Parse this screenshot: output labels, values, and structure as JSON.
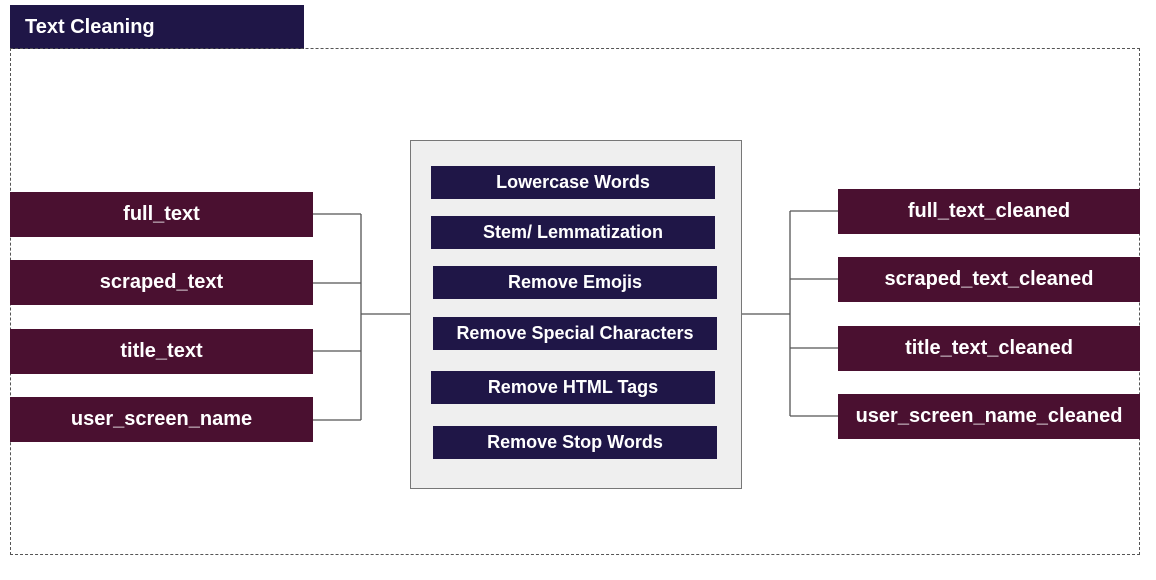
{
  "title": "Text Cleaning",
  "inputs": [
    "full_text",
    "scraped_text",
    "title_text",
    "user_screen_name"
  ],
  "steps": [
    "Lowercase Words",
    "Stem/ Lemmatization",
    "Remove Emojis",
    "Remove Special Characters",
    "Remove HTML Tags",
    "Remove Stop Words"
  ],
  "outputs": [
    "full_text_cleaned",
    "scraped_text_cleaned",
    "title_text_cleaned",
    "user_screen_name_cleaned"
  ],
  "colors": {
    "title_bg": "#1f1647",
    "field_box": "#4a1030",
    "step_box": "#1f1647",
    "panel_bg": "#efefef",
    "connector": "#555555"
  }
}
